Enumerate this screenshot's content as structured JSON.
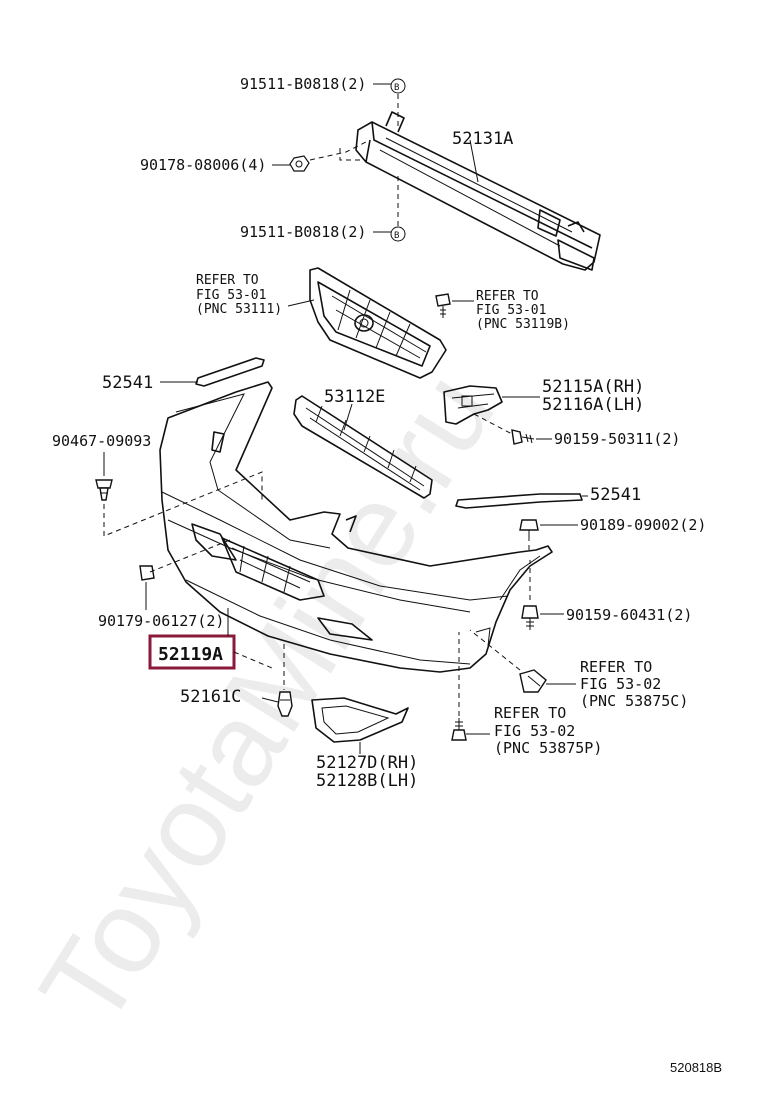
{
  "watermark": "ToyotaMine.ru",
  "figure_code": "520818B",
  "labels": {
    "bolt_91511_top": "91511-B0818(2)",
    "bolt_91511_bottom": "91511-B0818(2)",
    "nut_90178": "90178-08006(4)",
    "reinforcement": "52131A",
    "refer_grille_1": "REFER TO",
    "refer_grille_2": "FIG 53-01",
    "refer_grille_3": "(PNC 53111)",
    "refer_emblem_1": "REFER TO",
    "refer_emblem_2": "FIG 53-01",
    "refer_emblem_3": "(PNC 53119B)",
    "molding_upper_left": "52541",
    "molding_right": "52541",
    "lower_grille": "53112E",
    "retainer_rh": "52115A(RH)",
    "retainer_lh": "52116A(LH)",
    "clip_90467": "90467-09093",
    "screw_90159_a": "90159-50311(2)",
    "nut_90189": "90189-09002(2)",
    "screw_90159_b": "90159-60431(2)",
    "clip_90179": "90179-06127(2)",
    "cover": "52119A",
    "clip_52161": "52161C",
    "refer_c_1": "REFER TO",
    "refer_c_2": "FIG 53-02",
    "refer_c_3": "(PNC 53875C)",
    "refer_p_1": "REFER TO",
    "refer_p_2": "FIG 53-02",
    "refer_p_3": "(PNC 53875P)",
    "fog_cover_rh": "52127D(RH)",
    "fog_cover_lh": "52128B(LH)"
  },
  "icons": {
    "bolt_marker_letter": "B"
  },
  "highlight_color": "#8b1a3a"
}
